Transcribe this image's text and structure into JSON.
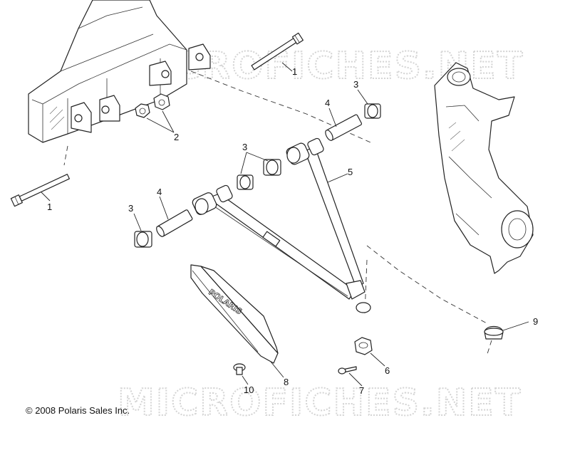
{
  "watermark": {
    "text": "MICROFICHES.NET"
  },
  "copyright": "© 2008 Polaris Sales Inc.",
  "skid_plate_logo": "POLARIS",
  "callouts": [
    {
      "id": "c1a",
      "label": "1"
    },
    {
      "id": "c1b",
      "label": "1"
    },
    {
      "id": "c2",
      "label": "2"
    },
    {
      "id": "c3a",
      "label": "3"
    },
    {
      "id": "c3b",
      "label": "3"
    },
    {
      "id": "c3c",
      "label": "3"
    },
    {
      "id": "c4a",
      "label": "4"
    },
    {
      "id": "c4b",
      "label": "4"
    },
    {
      "id": "c5",
      "label": "5"
    },
    {
      "id": "c6",
      "label": "6"
    },
    {
      "id": "c7",
      "label": "7"
    },
    {
      "id": "c8",
      "label": "8"
    },
    {
      "id": "c9",
      "label": "9"
    },
    {
      "id": "c10",
      "label": "10"
    }
  ]
}
